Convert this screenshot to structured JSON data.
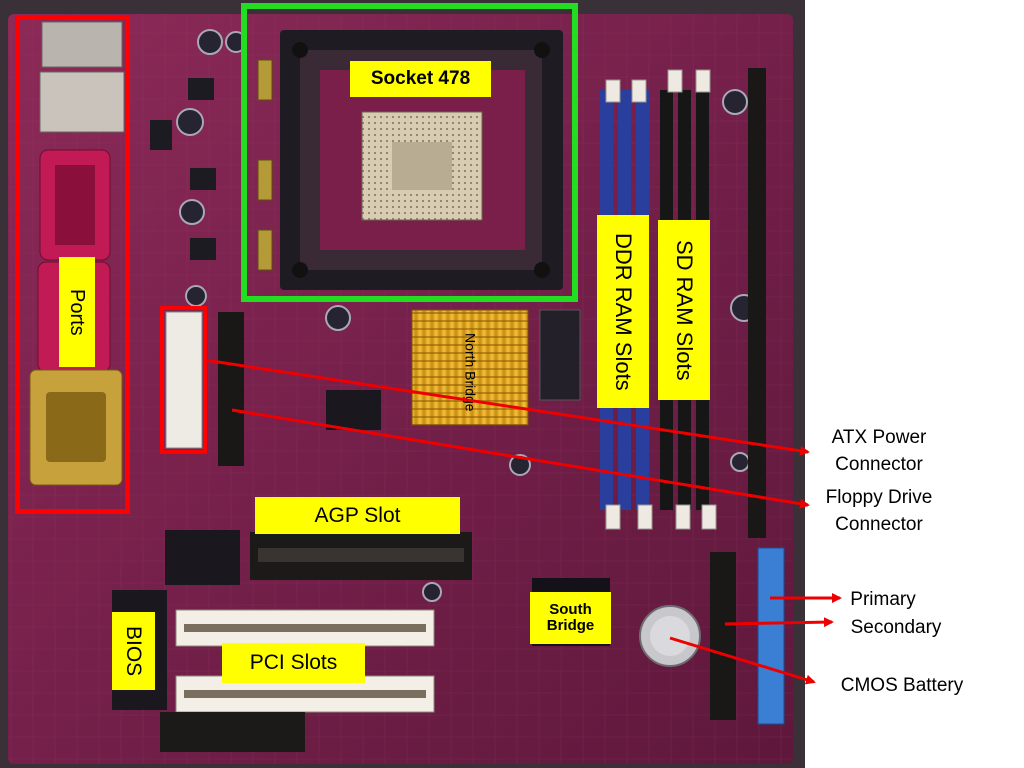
{
  "labels": {
    "socket": "Socket 478",
    "ports": "Ports",
    "north_bridge": "North Bridge",
    "ddr_ram": "DDR RAM Slots",
    "sd_ram": "SD RAM Slots",
    "agp": "AGP Slot",
    "pci": "PCI Slots",
    "bios": "BIOS",
    "south_bridge_line1": "South",
    "south_bridge_line2": "Bridge"
  },
  "callouts": {
    "atx_line1": "ATX Power",
    "atx_line2": "Connector",
    "floppy_line1": "Floppy Drive",
    "floppy_line2": "Connector",
    "primary": "Primary",
    "secondary": "Secondary",
    "cmos": "CMOS Battery"
  },
  "colors": {
    "board": "#7a1f4a",
    "highlight_ports": "#ff0000",
    "highlight_socket": "#22dd22",
    "label_fill": "#ffff00",
    "arrow": "#ee0000",
    "ddr_slot": "#2a3e9e",
    "sdram_slot": "#161616",
    "north_bridge_heatsink": "#e0a81a"
  }
}
